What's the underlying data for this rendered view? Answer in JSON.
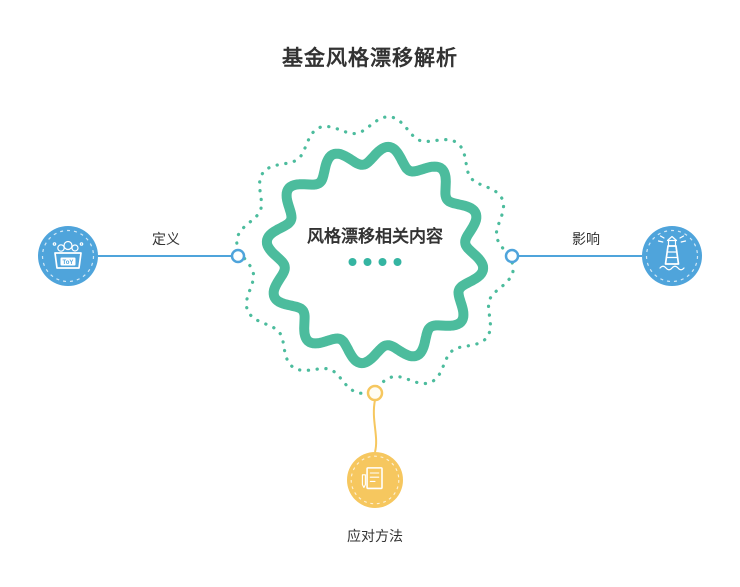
{
  "title": "基金风格漂移解析",
  "center": {
    "label": "风格漂移相关内容",
    "dot_count": 4
  },
  "branches": {
    "left": {
      "label": "定义",
      "icon": "toy-box-icon",
      "icon_text": "ToY"
    },
    "right": {
      "label": "影响",
      "icon": "lighthouse-icon"
    },
    "bottom": {
      "label": "应对方法",
      "icon": "ledger-icon"
    }
  },
  "colors": {
    "green": "#4CBC9D",
    "dot": "#35B5A2",
    "blue": "#4FA4DB",
    "yellow": "#F6C75F",
    "text": "#333333"
  }
}
